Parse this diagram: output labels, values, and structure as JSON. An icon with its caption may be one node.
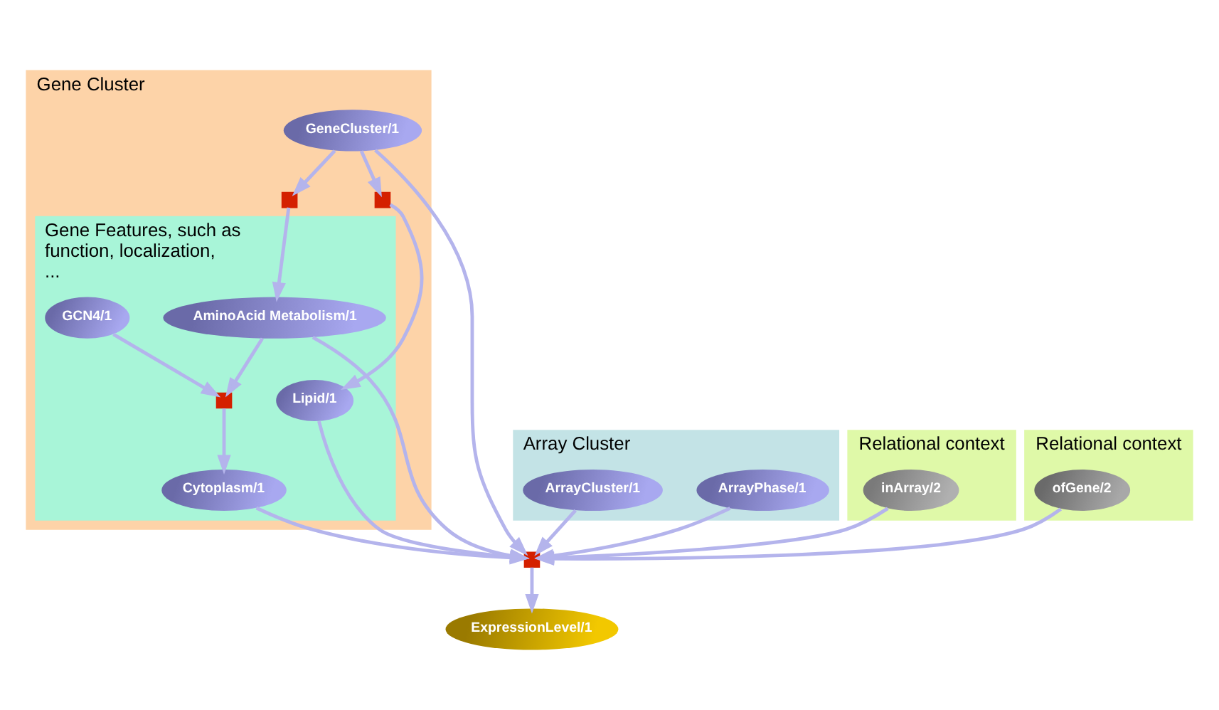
{
  "diagram": {
    "nodes": [
      {
        "text": [
          "Gene Cluster"
        ]
      },
      {
        "text": [
          "GeneCluster/1"
        ],
        "in": 0
      },
      {
        "text": [
          "Gene Features, such as function, localization, ..."
        ],
        "in": 0
      },
      {
        "text": [],
        "shape": "box",
        "in": 0
      },
      {
        "text": [],
        "shape": "box",
        "in": 0
      },
      {
        "text": [
          "GCN4/1"
        ],
        "in": 2
      },
      {
        "text": [
          "AminoAcid Metabolism/1"
        ],
        "in": 2
      },
      {
        "text": [
          "Lipid/1"
        ],
        "in": 2
      },
      {
        "text": [],
        "shape": "box",
        "in": 2
      },
      {
        "text": [
          "Cytoplasm/1"
        ],
        "in": 2
      },
      {
        "text": [
          "Array Cluster"
        ]
      },
      {
        "text": [
          "ArrayPhase/1"
        ],
        "in": 10
      },
      {
        "text": [
          "ArrayCluster/1"
        ],
        "in": 10
      },
      {
        "text": [
          "Relational context"
        ]
      },
      {
        "text": [
          "inArray/2"
        ],
        "in": 13
      },
      {
        "text": [],
        "shape": "box"
      },
      {
        "text": [
          "Relational context"
        ]
      },
      {
        "text": [
          "ofGene/2"
        ],
        "in": 16
      },
      {
        "text": [
          "ExpressionLevel/1"
        ]
      }
    ],
    "edges": [
      {
        "from": 1,
        "to": 3,
        "arrow": "to"
      },
      {
        "from": 1,
        "to": 4,
        "arrow": "to"
      },
      {
        "from": 1,
        "to": 15,
        "arrow": "to"
      },
      {
        "from": 3,
        "to": 6,
        "arrow": "to"
      },
      {
        "from": 4,
        "to": 7,
        "arrow": "to"
      },
      {
        "from": 5,
        "to": 8,
        "arrow": "to"
      },
      {
        "from": 6,
        "to": 8,
        "arrow": "to"
      },
      {
        "from": 8,
        "to": 9,
        "arrow": "to"
      },
      {
        "from": 6,
        "to": 15,
        "arrow": "to"
      },
      {
        "from": 7,
        "to": 15,
        "arrow": "to"
      },
      {
        "from": 9,
        "to": 15,
        "arrow": "to"
      },
      {
        "from": 17,
        "to": 15,
        "arrow": "to"
      },
      {
        "from": 11,
        "to": 15,
        "arrow": "to"
      },
      {
        "from": 12,
        "to": 15,
        "arrow": "to"
      },
      {
        "from": 14,
        "to": 15,
        "arrow": "to"
      },
      {
        "from": 15,
        "to": 18,
        "arrow": "to"
      }
    ]
  }
}
